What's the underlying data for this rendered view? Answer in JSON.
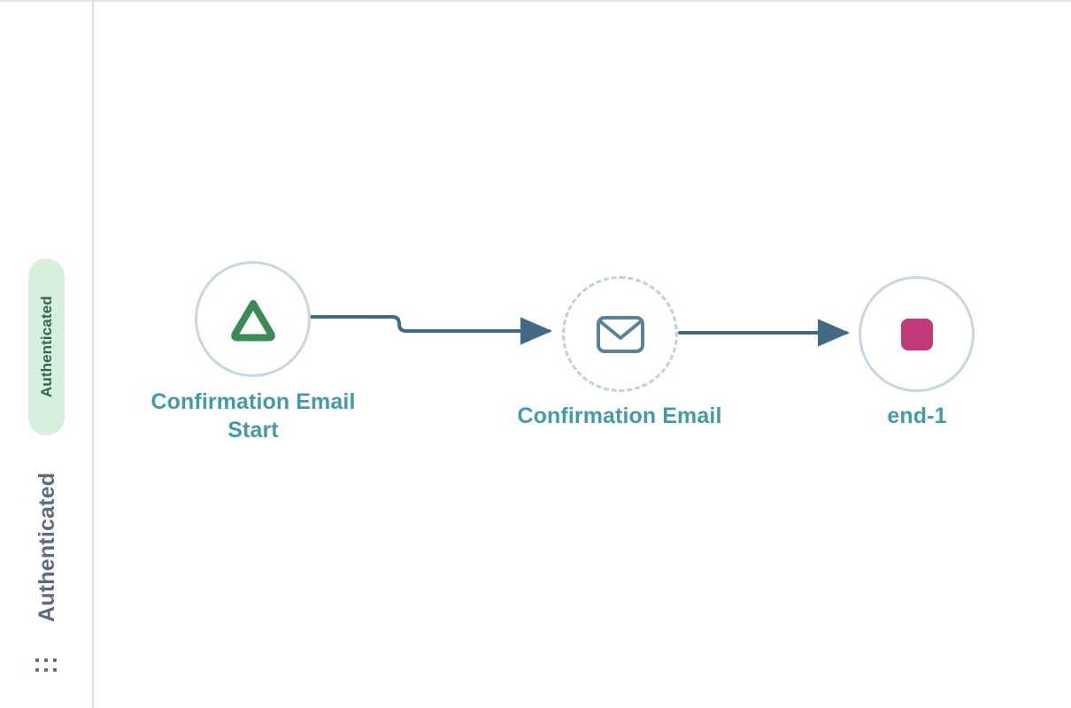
{
  "lanes": [
    {
      "label": "Authenticated",
      "style": "pill",
      "background": "#d6f0dd",
      "text_color": "#2f6b43"
    },
    {
      "label": "Authenticated",
      "style": "plain",
      "text_color": "#5d6b7c"
    }
  ],
  "handle": {
    "icon": "drag-dots-icon",
    "dot_count": 6
  },
  "colors": {
    "edge": "#436a84",
    "node_border": "#c9d6e0",
    "node_border_dashed": "#c2d0db",
    "label": "#469aa8",
    "start_icon": "#3a8a55",
    "end_icon": "#c23a7a",
    "email_icon": "#5b8299",
    "divider": "#d8dfe6",
    "canvas": "#ffffff"
  },
  "nodes": [
    {
      "id": "start",
      "label": "Confirmation Email\nStart",
      "type": "start-event",
      "icon": "triangle-icon",
      "border": "solid"
    },
    {
      "id": "email",
      "label": "Confirmation Email",
      "type": "send-task",
      "icon": "envelope-icon",
      "border": "dashed"
    },
    {
      "id": "end",
      "label": "end-1",
      "type": "end-event",
      "icon": "stop-square-icon",
      "border": "solid"
    }
  ],
  "edges": [
    {
      "id": "edge-start-email",
      "from": "start",
      "to": "email",
      "shape": "stepped"
    },
    {
      "id": "edge-email-end",
      "from": "email",
      "to": "end",
      "shape": "straight"
    }
  ]
}
